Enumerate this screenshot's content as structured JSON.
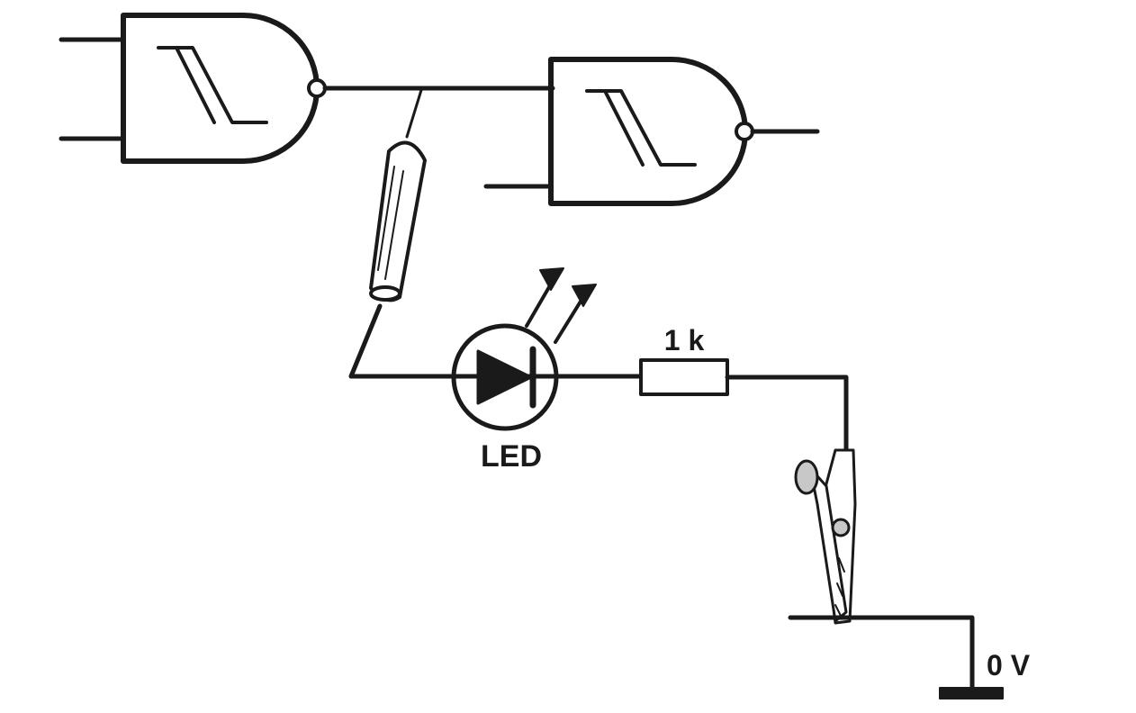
{
  "labels": {
    "led": "LED",
    "resistor": "1 k",
    "ground": "0 V"
  },
  "colors": {
    "ink": "#1a1a1a",
    "clip_fill": "#ffffff",
    "clip_shade": "#c8c8c8"
  }
}
